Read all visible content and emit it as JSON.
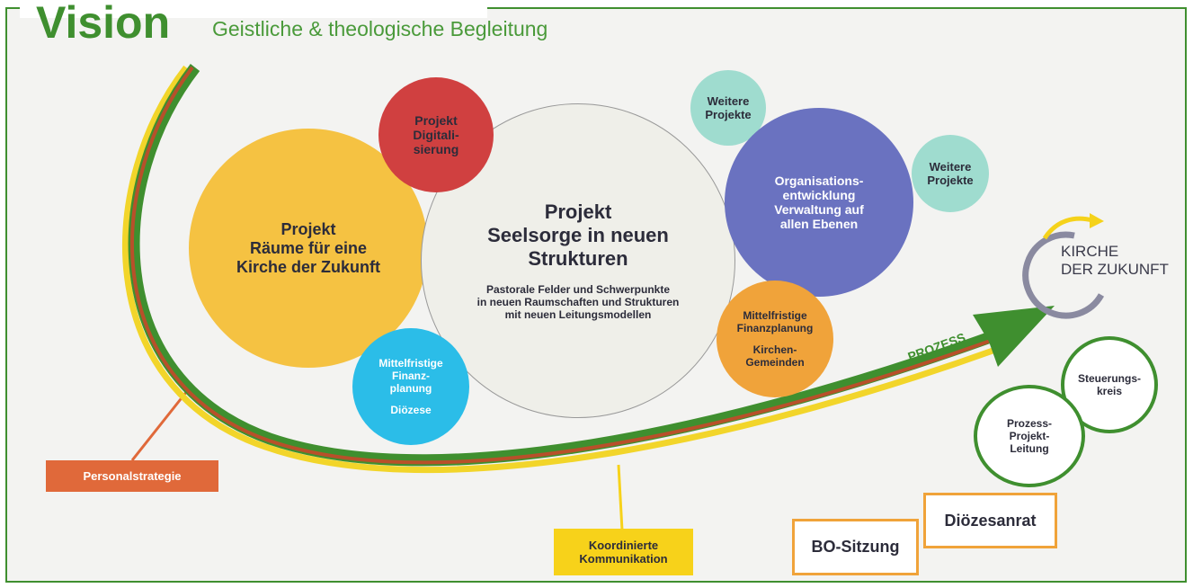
{
  "header": {
    "title": "Vision",
    "subtitle": "Geistliche & theologische Begleitung"
  },
  "circles": {
    "raeume": "Projekt\nRäume für eine\nKirche der Zukunft",
    "digital": "Projekt\nDigitali-\nsierung",
    "seelsorge_title": "Projekt\nSeelsorge in neuen\nStrukturen",
    "seelsorge_sub": "Pastorale Felder und Schwerpunkte\nin neuen Raumschaften und Strukturen\nmit neuen Leitungsmodellen",
    "weitere1": "Weitere\nProjekte",
    "weitere2": "Weitere\nProjekte",
    "organisation": "Organisations-\nentwicklung\nVerwaltung auf\nallen Ebenen",
    "finanz_kg_a": "Mittelfristige\nFinanzplanung",
    "finanz_kg_b": "Kirchen-\nGemeinden",
    "finanz_d_a": "Mittelfristige\nFinanz-\nplanung",
    "finanz_d_b": "Diözese",
    "steuerung": "Steuerungs-\nkreis",
    "prozessleitung": "Prozess-\nProjekt-\nLeitung"
  },
  "labels": {
    "prozess": "PROZESS",
    "personal": "Personalstrategie",
    "kommunikation": "Koordinierte\nKommunikation",
    "bo": "BO-Sitzung",
    "dioezesanrat": "Diözesanrat"
  },
  "logo": {
    "line1": "KIRCHE",
    "line2": "DER ZUKUNFT"
  },
  "colors": {
    "green": "#3f8f2f",
    "yellow": "#f5c242",
    "red": "#d04040",
    "purple": "#6a72c0",
    "teal": "#9fdccf",
    "orange": "#f0a33a",
    "cyan": "#2bbde8"
  }
}
